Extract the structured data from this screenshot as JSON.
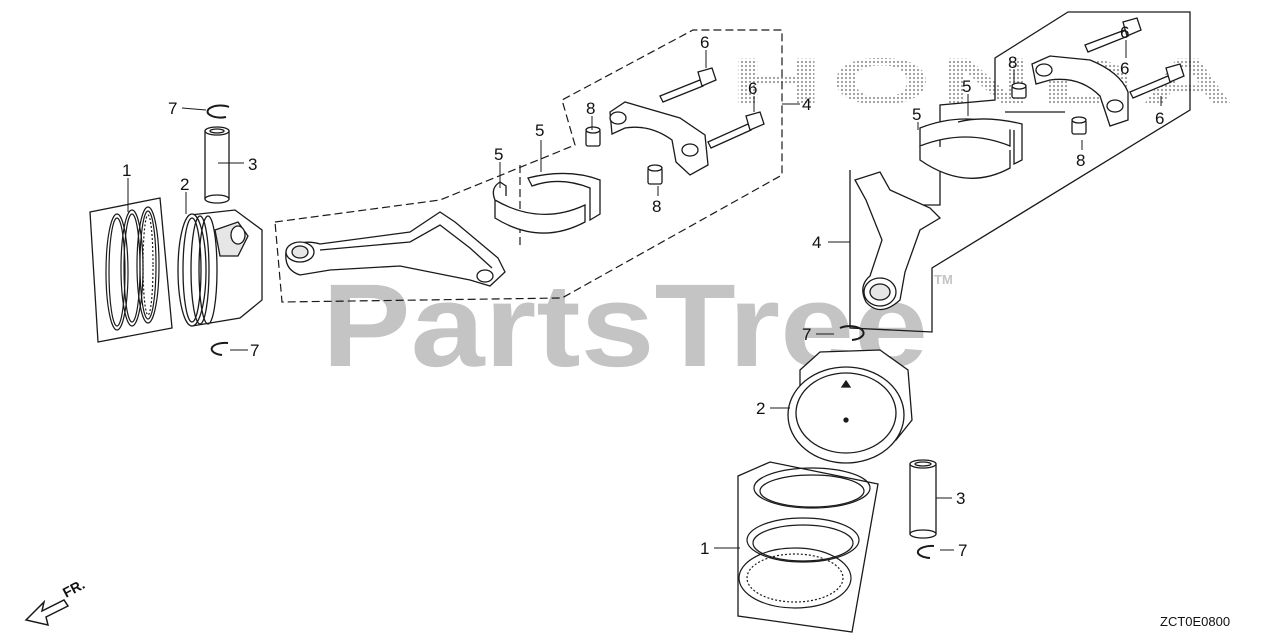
{
  "watermark": {
    "brand_text": "PartsTree",
    "trademark": "TM",
    "maker_logo_text": "HONDA",
    "color": "#c4c4c4"
  },
  "direction_label": "FR.",
  "diagram_code": "ZCT0E0800",
  "callouts": {
    "c1a": "1",
    "c2a": "2",
    "c3a": "3",
    "c7a": "7",
    "c7b": "7",
    "c5a": "5",
    "c5b": "5",
    "c8a": "8",
    "c8b": "8",
    "c6a": "6",
    "c6b": "6",
    "c4a": "4",
    "c5c": "5",
    "c5d": "5",
    "c8c": "8",
    "c8d": "8",
    "c6c": "6",
    "c6d": "6",
    "c6e": "6",
    "c4b": "4",
    "c7c": "7",
    "c2b": "2",
    "c3b": "3",
    "c1b": "1",
    "c7d": "7"
  },
  "colors": {
    "line": "#1a1a1a",
    "fill": "#ffffff",
    "shade": "#d9d9d9"
  }
}
